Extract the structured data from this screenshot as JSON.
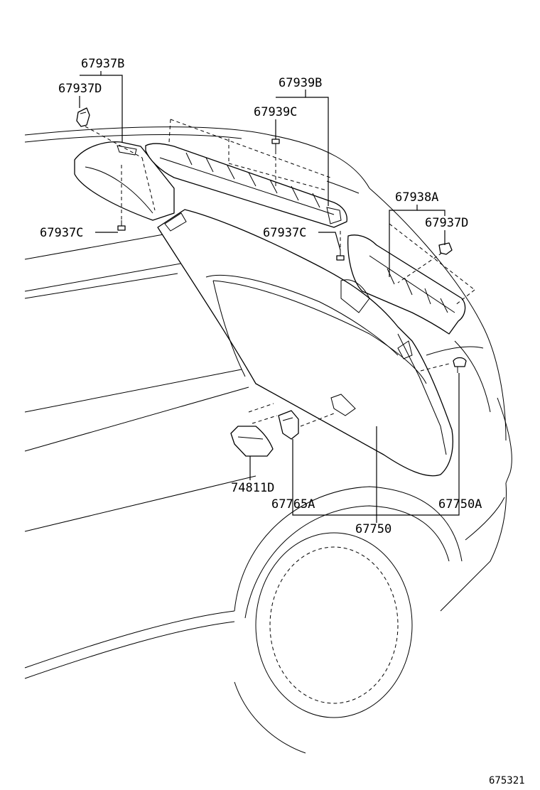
{
  "callouts": {
    "p67937B": "67937B",
    "p67937D_left": "67937D",
    "p67939B": "67939B",
    "p67939C": "67939C",
    "p67938A": "67938A",
    "p67937D_right": "67937D",
    "p67937C_left": "67937C",
    "p67937C_mid": "67937C",
    "p74811D": "74811D",
    "p67765A": "67765A",
    "p67750A": "67750A",
    "p67750": "67750"
  },
  "figure_number": "675321",
  "icons": [
    "clip-icon",
    "screw-icon",
    "push-pin-icon"
  ],
  "colors": {
    "line": "#000000",
    "background": "#ffffff"
  }
}
